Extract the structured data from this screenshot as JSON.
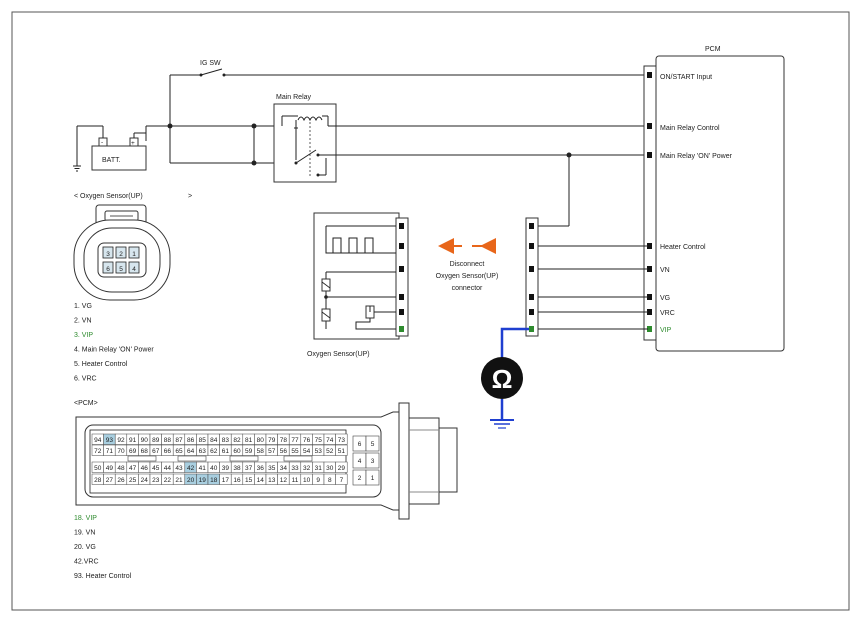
{
  "colors": {
    "wire": "#222222",
    "highlight_pin": "#2e8b2e",
    "meter_wire": "#1f3fd0",
    "arrows": "#e8661a",
    "pcm_highlight_cell": "#a9cfe0"
  },
  "labels": {
    "ig_sw": "IG SW",
    "main_relay": "Main Relay",
    "batt": "BATT.",
    "batt_neg": "-",
    "batt_pos": "+",
    "pcm_title": "PCM",
    "pcm_pins": {
      "on_start": "ON/START Input",
      "main_relay_control": "Main Relay Control",
      "main_relay_on_power": "Main Relay 'ON' Power",
      "heater_control": "Heater Control",
      "vn": "VN",
      "vg": "VG",
      "vrc": "VRC",
      "vip": "VIP"
    },
    "disconnect": [
      "Disconnect",
      "Oxygen Sensor(UP)",
      "connector"
    ],
    "sensor_caption": "Oxygen Sensor(UP)",
    "ohm_symbol": "Ω"
  },
  "o2_connector": {
    "title_left": "< Oxygen Sensor(UP)",
    "title_right": ">",
    "pins": [
      "1. VG",
      "2. VN",
      "3. VIP",
      "4.   Main Relay 'ON' Power",
      "5.   Heater Control",
      "6. VRC"
    ]
  },
  "pcm_connector": {
    "title": "<PCM>",
    "rows": [
      [
        "94",
        "93",
        "92",
        "91",
        "90",
        "89",
        "88",
        "87",
        "86",
        "85",
        "84",
        "83",
        "82",
        "81",
        "80",
        "79",
        "78",
        "77",
        "76",
        "75",
        "74",
        "73"
      ],
      [
        "72",
        "71",
        "70",
        "69",
        "68",
        "67",
        "66",
        "65",
        "64",
        "63",
        "62",
        "61",
        "60",
        "59",
        "58",
        "57",
        "56",
        "55",
        "54",
        "53",
        "52",
        "51"
      ],
      [
        "50",
        "49",
        "48",
        "47",
        "46",
        "45",
        "44",
        "43",
        "42",
        "41",
        "40",
        "39",
        "38",
        "37",
        "36",
        "35",
        "34",
        "33",
        "32",
        "31",
        "30",
        "29"
      ],
      [
        "28",
        "27",
        "26",
        "25",
        "24",
        "23",
        "22",
        "21",
        "20",
        "19",
        "18",
        "17",
        "16",
        "15",
        "14",
        "13",
        "12",
        "11",
        "10",
        "9",
        "8",
        "7"
      ]
    ],
    "highlighted": [
      "93",
      "42",
      "20",
      "19",
      "18"
    ],
    "side_grid": [
      [
        "6",
        "5"
      ],
      [
        "4",
        "3"
      ],
      [
        "2",
        "1"
      ]
    ],
    "pins": [
      "18. VIP",
      "19. VN",
      "20. VG",
      "42.VRC",
      "93.    Heater Control"
    ]
  }
}
